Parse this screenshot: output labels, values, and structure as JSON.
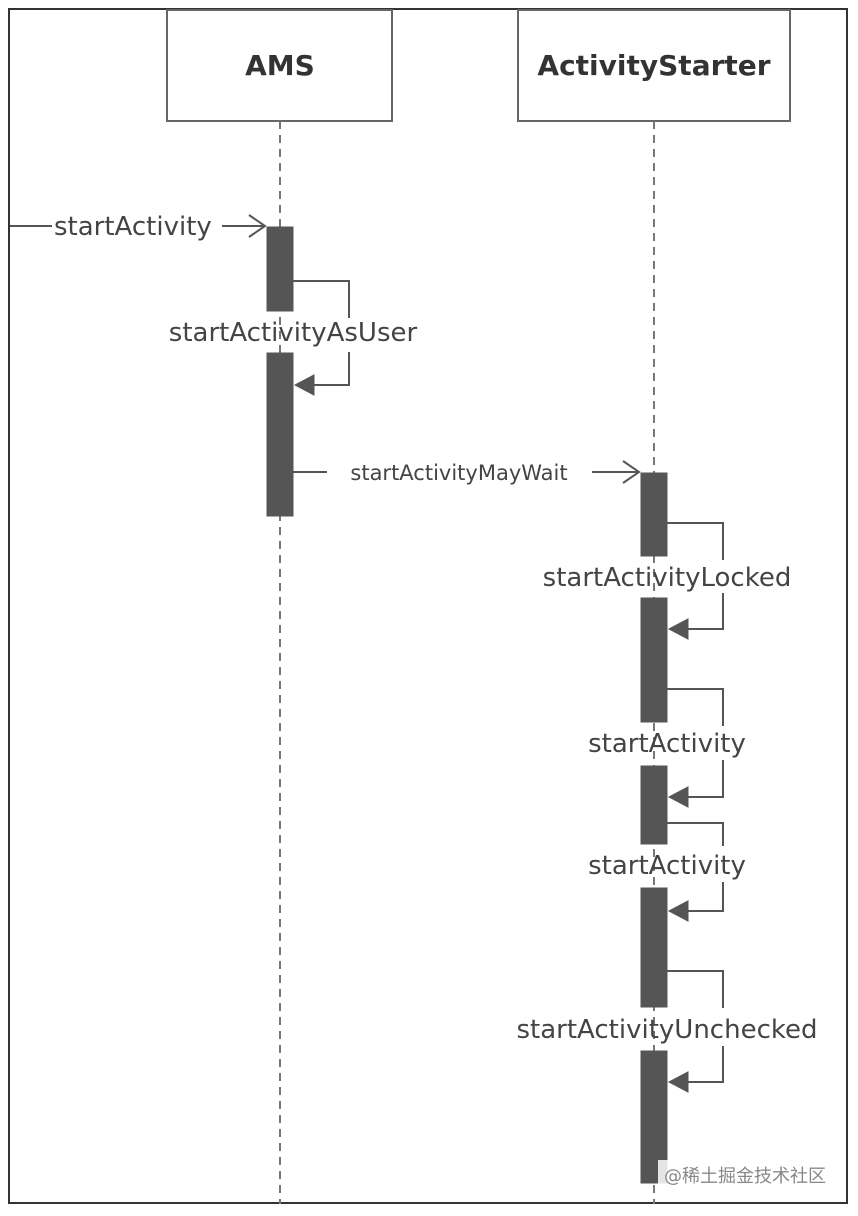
{
  "participants": {
    "ams": "AMS",
    "activity_starter": "ActivityStarter"
  },
  "messages": {
    "incoming": "startActivity",
    "self1": "startActivityAsUser",
    "call": "startActivityMayWait",
    "self2": "startActivityLocked",
    "self3": "startActivity",
    "self4": "startActivity",
    "self5": "startActivityUnchecked"
  },
  "watermark": "@稀土掘金技术社区",
  "colors": {
    "activation": "#555555",
    "border": "#333333",
    "text": "#444444"
  }
}
